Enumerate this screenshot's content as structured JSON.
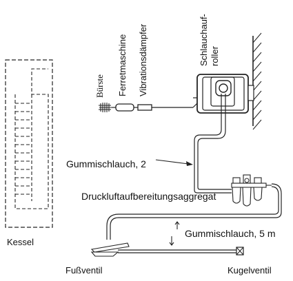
{
  "labels": {
    "kessel": "Kessel",
    "buerste": "Bürste",
    "ferretmaschine": "Ferretmaschine",
    "vibrationsdaempfer": "Vibrationsdämpfer",
    "schlauchaufroller_line1": "Schlauchauf-",
    "schlauchaufroller_line2": "roller",
    "gummischlauch_2": "Gummischlauch, 2",
    "druckluft": "Druckluftaufbereitungsaggregat",
    "gummischlauch_5m": "Gummischlauch, 5 m",
    "fussventil": "Fußventil",
    "kugelventil": "Kugelventil"
  }
}
